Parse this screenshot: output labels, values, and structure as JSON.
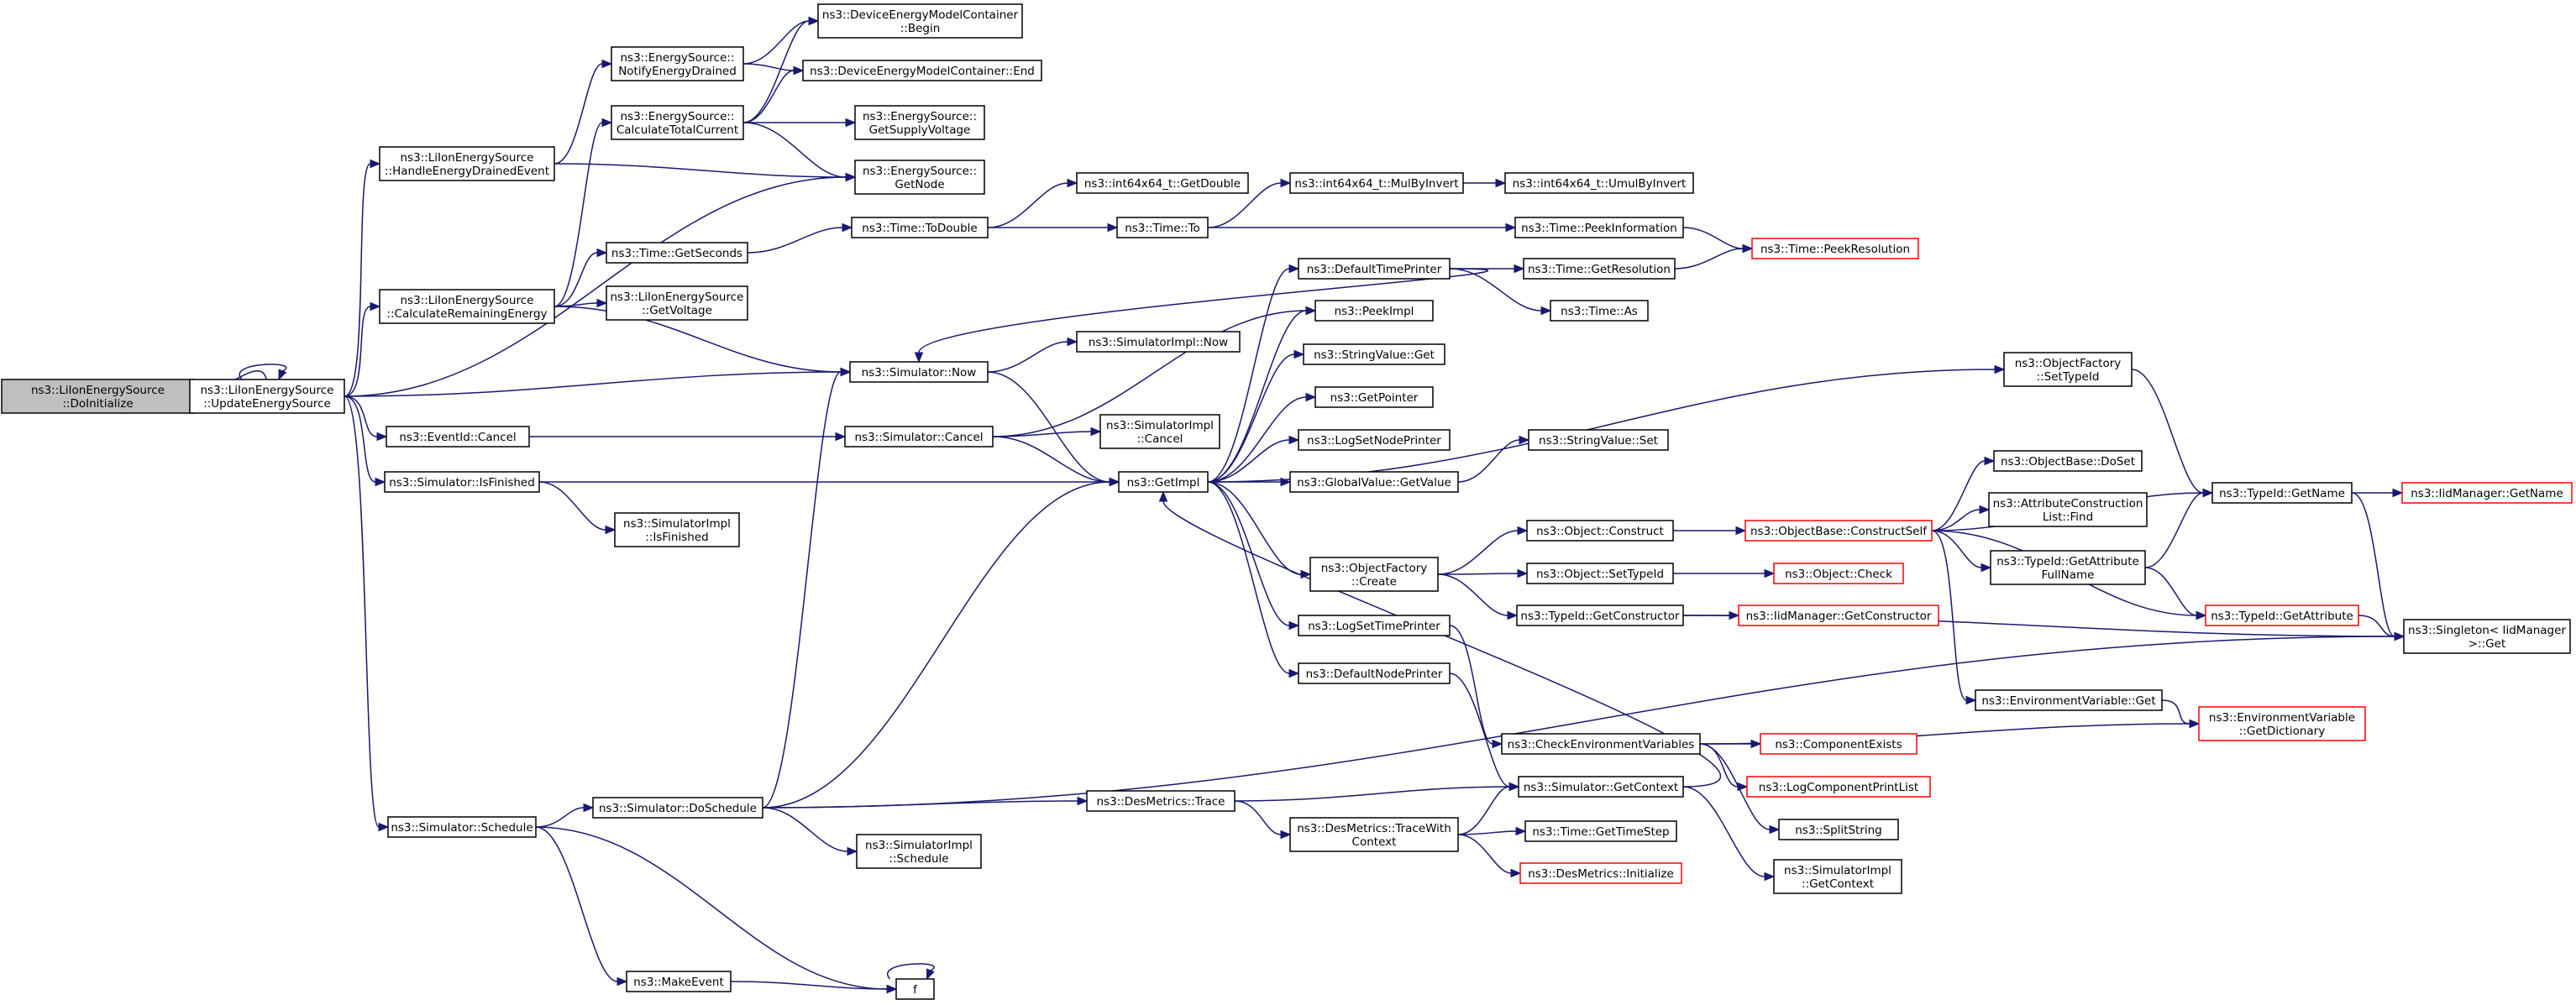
{
  "colors": {
    "edge": "#191970",
    "node_border": "#000000",
    "truncated_border": "#ff0000",
    "root_fill": "#bfbfbf",
    "node_fill": "#ffffff"
  },
  "nodes": {
    "doinit": {
      "lines": [
        "ns3::LiIonEnergySource",
        "::DoInitialize"
      ],
      "root": true
    },
    "updates": {
      "lines": [
        "ns3::LiIonEnergySource",
        "::UpdateEnergySource"
      ]
    },
    "handle_drained": {
      "lines": [
        "ns3::LiIonEnergySource",
        "::HandleEnergyDrainedEvent"
      ]
    },
    "calc_remaining": {
      "lines": [
        "ns3::LiIonEnergySource",
        "::CalculateRemainingEnergy"
      ]
    },
    "eventid_cancel": {
      "lines": [
        "ns3::EventId::Cancel"
      ]
    },
    "sim_isfinished": {
      "lines": [
        "ns3::Simulator::IsFinished"
      ]
    },
    "sim_schedule": {
      "lines": [
        "ns3::Simulator::Schedule"
      ]
    },
    "es_notify": {
      "lines": [
        "ns3::EnergySource::",
        "NotifyEnergyDrained"
      ]
    },
    "es_calctotal": {
      "lines": [
        "ns3::EnergySource::",
        "CalculateTotalCurrent"
      ]
    },
    "time_getseconds": {
      "lines": [
        "ns3::Time::GetSeconds"
      ]
    },
    "liion_getvoltage": {
      "lines": [
        "ns3::LiIonEnergySource",
        "::GetVoltage"
      ]
    },
    "simimpl_isfinished": {
      "lines": [
        "ns3::SimulatorImpl",
        "::IsFinished"
      ]
    },
    "sim_doschedule": {
      "lines": [
        "ns3::Simulator::DoSchedule"
      ]
    },
    "makeevent": {
      "lines": [
        "ns3::MakeEvent"
      ]
    },
    "demc_begin": {
      "lines": [
        "ns3::DeviceEnergyModelContainer",
        "::Begin"
      ]
    },
    "demc_end": {
      "lines": [
        "ns3::DeviceEnergyModelContainer::End"
      ]
    },
    "es_getsupply": {
      "lines": [
        "ns3::EnergySource::",
        "GetSupplyVoltage"
      ]
    },
    "es_getnode": {
      "lines": [
        "ns3::EnergySource::",
        "GetNode"
      ]
    },
    "time_todouble": {
      "lines": [
        "ns3::Time::ToDouble"
      ]
    },
    "sim_now": {
      "lines": [
        "ns3::Simulator::Now"
      ]
    },
    "sim_cancel": {
      "lines": [
        "ns3::Simulator::Cancel"
      ]
    },
    "simimpl_schedule": {
      "lines": [
        "ns3::SimulatorImpl",
        "::Schedule"
      ]
    },
    "f": {
      "lines": [
        "f"
      ]
    },
    "int_getdouble": {
      "lines": [
        "ns3::int64x64_t::GetDouble"
      ]
    },
    "time_to": {
      "lines": [
        "ns3::Time::To"
      ]
    },
    "simimpl_now": {
      "lines": [
        "ns3::SimulatorImpl::Now"
      ]
    },
    "simimpl_cancel": {
      "lines": [
        "ns3::SimulatorImpl",
        "::Cancel"
      ]
    },
    "getimpl": {
      "lines": [
        "ns3::GetImpl"
      ]
    },
    "desm_trace": {
      "lines": [
        "ns3::DesMetrics::Trace"
      ]
    },
    "int_mulbyinvert": {
      "lines": [
        "ns3::int64x64_t::MulByInvert"
      ]
    },
    "int_umulbyinvert": {
      "lines": [
        "ns3::int64x64_t::UmulByInvert"
      ]
    },
    "time_peekinfo": {
      "lines": [
        "ns3::Time::PeekInformation"
      ]
    },
    "defaulttimeprinter": {
      "lines": [
        "ns3::DefaultTimePrinter"
      ]
    },
    "peekimpl": {
      "lines": [
        "ns3::PeekImpl"
      ]
    },
    "stringvalue_get": {
      "lines": [
        "ns3::StringValue::Get"
      ]
    },
    "getpointer": {
      "lines": [
        "ns3::GetPointer"
      ]
    },
    "logsetnodeprinter": {
      "lines": [
        "ns3::LogSetNodePrinter"
      ]
    },
    "globalvalue_getvalue": {
      "lines": [
        "ns3::GlobalValue::GetValue"
      ]
    },
    "objectfactory_create": {
      "lines": [
        "ns3::ObjectFactory",
        "::Create"
      ]
    },
    "logsettimeprinter": {
      "lines": [
        "ns3::LogSetTimePrinter"
      ]
    },
    "defaultnodeprinter": {
      "lines": [
        "ns3::DefaultNodePrinter"
      ]
    },
    "desm_tracewith": {
      "lines": [
        "ns3::DesMetrics::TraceWith",
        "Context"
      ]
    },
    "time_getresolution": {
      "lines": [
        "ns3::Time::GetResolution"
      ]
    },
    "time_peekresolution": {
      "lines": [
        "ns3::Time::PeekResolution"
      ],
      "truncated": true
    },
    "time_as": {
      "lines": [
        "ns3::Time::As"
      ]
    },
    "stringvalue_set": {
      "lines": [
        "ns3::StringValue::Set"
      ]
    },
    "object_construct": {
      "lines": [
        "ns3::Object::Construct"
      ]
    },
    "object_settypeid": {
      "lines": [
        "ns3::Object::SetTypeId"
      ]
    },
    "typeid_getconstructor": {
      "lines": [
        "ns3::TypeId::GetConstructor"
      ]
    },
    "checkenvvars": {
      "lines": [
        "ns3::CheckEnvironmentVariables"
      ]
    },
    "sim_getcontext": {
      "lines": [
        "ns3::Simulator::GetContext"
      ]
    },
    "time_gettimestep": {
      "lines": [
        "ns3::Time::GetTimeStep"
      ]
    },
    "desm_initialize": {
      "lines": [
        "ns3::DesMetrics::Initialize"
      ],
      "truncated": true
    },
    "objectfactory_settypeid": {
      "lines": [
        "ns3::ObjectFactory",
        "::SetTypeId"
      ]
    },
    "objectbase_constructself": {
      "lines": [
        "ns3::ObjectBase::ConstructSelf"
      ],
      "truncated": true
    },
    "object_check": {
      "lines": [
        "ns3::Object::Check"
      ],
      "truncated": true
    },
    "iidmanager_getconstructor": {
      "lines": [
        "ns3::IidManager::GetConstructor"
      ],
      "truncated": true
    },
    "componentexists": {
      "lines": [
        "ns3::ComponentExists"
      ],
      "truncated": true
    },
    "logcomponentprintlist": {
      "lines": [
        "ns3::LogComponentPrintList"
      ],
      "truncated": true
    },
    "splitstring": {
      "lines": [
        "ns3::SplitString"
      ]
    },
    "simimpl_getcontext": {
      "lines": [
        "ns3::SimulatorImpl",
        "::GetContext"
      ]
    },
    "objectbase_doset": {
      "lines": [
        "ns3::ObjectBase::DoSet"
      ]
    },
    "attrconstruction_find": {
      "lines": [
        "ns3::AttributeConstruction",
        "List::Find"
      ]
    },
    "typeid_getattrfullname": {
      "lines": [
        "ns3::TypeId::GetAttribute",
        "FullName"
      ]
    },
    "envvar_get": {
      "lines": [
        "ns3::EnvironmentVariable::Get"
      ]
    },
    "typeid_getname": {
      "lines": [
        "ns3::TypeId::GetName"
      ]
    },
    "typeid_getattribute": {
      "lines": [
        "ns3::TypeId::GetAttribute"
      ],
      "truncated": true
    },
    "envvar_getdictionary": {
      "lines": [
        "ns3::EnvironmentVariable",
        "::GetDictionary"
      ],
      "truncated": true
    },
    "iidmanager_getname": {
      "lines": [
        "ns3::IidManager::GetName"
      ],
      "truncated": true
    },
    "singleton_get": {
      "lines": [
        "ns3::Singleton< IidManager",
        " >::Get"
      ]
    }
  },
  "edges": [
    [
      "doinit",
      "updates"
    ],
    [
      "updates",
      "updates"
    ],
    [
      "updates",
      "handle_drained"
    ],
    [
      "updates",
      "calc_remaining"
    ],
    [
      "updates",
      "eventid_cancel"
    ],
    [
      "updates",
      "sim_isfinished"
    ],
    [
      "updates",
      "sim_schedule"
    ],
    [
      "updates",
      "sim_now"
    ],
    [
      "updates",
      "es_getnode"
    ],
    [
      "handle_drained",
      "es_notify"
    ],
    [
      "handle_drained",
      "es_getnode"
    ],
    [
      "calc_remaining",
      "es_calctotal"
    ],
    [
      "calc_remaining",
      "time_getseconds"
    ],
    [
      "calc_remaining",
      "liion_getvoltage"
    ],
    [
      "calc_remaining",
      "sim_now"
    ],
    [
      "eventid_cancel",
      "sim_cancel"
    ],
    [
      "sim_isfinished",
      "getimpl"
    ],
    [
      "sim_isfinished",
      "simimpl_isfinished"
    ],
    [
      "sim_schedule",
      "sim_doschedule"
    ],
    [
      "sim_schedule",
      "makeevent"
    ],
    [
      "sim_schedule",
      "f"
    ],
    [
      "es_notify",
      "demc_begin"
    ],
    [
      "es_notify",
      "demc_end"
    ],
    [
      "es_calctotal",
      "demc_begin"
    ],
    [
      "es_calctotal",
      "demc_end"
    ],
    [
      "es_calctotal",
      "es_getsupply"
    ],
    [
      "es_calctotal",
      "es_getnode"
    ],
    [
      "time_getseconds",
      "time_todouble"
    ],
    [
      "time_todouble",
      "int_getdouble"
    ],
    [
      "time_todouble",
      "time_to"
    ],
    [
      "time_to",
      "int_mulbyinvert"
    ],
    [
      "time_to",
      "time_peekinfo"
    ],
    [
      "int_mulbyinvert",
      "int_umulbyinvert"
    ],
    [
      "time_peekinfo",
      "time_peekresolution"
    ],
    [
      "sim_doschedule",
      "sim_now"
    ],
    [
      "sim_doschedule",
      "getimpl"
    ],
    [
      "sim_doschedule",
      "desm_trace"
    ],
    [
      "sim_doschedule",
      "simimpl_schedule"
    ],
    [
      "sim_doschedule",
      "singleton_get"
    ],
    [
      "makeevent",
      "f"
    ],
    [
      "f",
      "f"
    ],
    [
      "sim_now",
      "simimpl_now"
    ],
    [
      "sim_now",
      "getimpl"
    ],
    [
      "sim_cancel",
      "simimpl_cancel"
    ],
    [
      "sim_cancel",
      "getimpl"
    ],
    [
      "sim_cancel",
      "peekimpl"
    ],
    [
      "getimpl",
      "defaulttimeprinter"
    ],
    [
      "getimpl",
      "peekimpl"
    ],
    [
      "getimpl",
      "stringvalue_get"
    ],
    [
      "getimpl",
      "getpointer"
    ],
    [
      "getimpl",
      "logsetnodeprinter"
    ],
    [
      "getimpl",
      "globalvalue_getvalue"
    ],
    [
      "getimpl",
      "objectfactory_create"
    ],
    [
      "getimpl",
      "logsettimeprinter"
    ],
    [
      "getimpl",
      "defaultnodeprinter"
    ],
    [
      "getimpl",
      "objectfactory_settypeid"
    ],
    [
      "defaulttimeprinter",
      "sim_now"
    ],
    [
      "defaulttimeprinter",
      "time_getresolution"
    ],
    [
      "defaulttimeprinter",
      "time_as"
    ],
    [
      "time_getresolution",
      "time_peekresolution"
    ],
    [
      "globalvalue_getvalue",
      "stringvalue_set"
    ],
    [
      "objectfactory_create",
      "object_construct"
    ],
    [
      "objectfactory_create",
      "object_settypeid"
    ],
    [
      "objectfactory_create",
      "typeid_getconstructor"
    ],
    [
      "object_construct",
      "objectbase_constructself"
    ],
    [
      "object_settypeid",
      "object_check"
    ],
    [
      "typeid_getconstructor",
      "iidmanager_getconstructor"
    ],
    [
      "typeid_getconstructor",
      "singleton_get"
    ],
    [
      "logsettimeprinter",
      "checkenvvars"
    ],
    [
      "defaultnodeprinter",
      "sim_getcontext"
    ],
    [
      "desm_trace",
      "sim_getcontext"
    ],
    [
      "desm_trace",
      "desm_tracewith"
    ],
    [
      "desm_tracewith",
      "sim_getcontext"
    ],
    [
      "desm_tracewith",
      "time_gettimestep"
    ],
    [
      "desm_tracewith",
      "desm_initialize"
    ],
    [
      "sim_getcontext",
      "getimpl"
    ],
    [
      "sim_getcontext",
      "simimpl_getcontext"
    ],
    [
      "checkenvvars",
      "componentexists"
    ],
    [
      "checkenvvars",
      "logcomponentprintlist"
    ],
    [
      "checkenvvars",
      "splitstring"
    ],
    [
      "checkenvvars",
      "envvar_getdictionary"
    ],
    [
      "objectfactory_settypeid",
      "typeid_getname"
    ],
    [
      "objectbase_constructself",
      "objectbase_doset"
    ],
    [
      "objectbase_constructself",
      "attrconstruction_find"
    ],
    [
      "objectbase_constructself",
      "typeid_getattrfullname"
    ],
    [
      "objectbase_constructself",
      "typeid_getattribute"
    ],
    [
      "objectbase_constructself",
      "envvar_get"
    ],
    [
      "objectbase_constructself",
      "typeid_getname"
    ],
    [
      "typeid_getattrfullname",
      "typeid_getname"
    ],
    [
      "typeid_getattrfullname",
      "typeid_getattribute"
    ],
    [
      "envvar_get",
      "envvar_getdictionary"
    ],
    [
      "typeid_getname",
      "iidmanager_getname"
    ],
    [
      "typeid_getname",
      "singleton_get"
    ],
    [
      "typeid_getattribute",
      "singleton_get"
    ]
  ]
}
